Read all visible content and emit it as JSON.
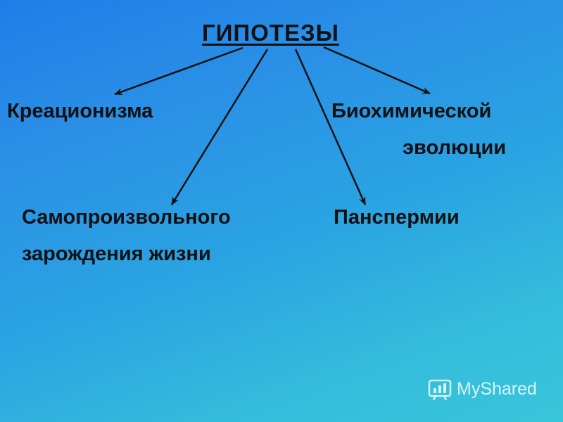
{
  "diagram": {
    "title": "ГИПОТЕЗЫ",
    "hypotheses": {
      "creationism": "Креационизма",
      "biochemical_line1": "Биохимической",
      "biochemical_line2": "эволюции",
      "spontaneous_line1": "Самопроизвольного",
      "spontaneous_line2": "зарождения жизни",
      "panspermia": "Панспермии"
    },
    "edges": [
      {
        "from": "ГИПОТЕЗЫ",
        "to": "Креационизма"
      },
      {
        "from": "ГИПОТЕЗЫ",
        "to": "Самопроизвольного зарождения жизни"
      },
      {
        "from": "ГИПОТЕЗЫ",
        "to": "Панспермии"
      },
      {
        "from": "ГИПОТЕЗЫ",
        "to": "Биохимической эволюции"
      }
    ]
  },
  "watermark": {
    "text": "MyShared",
    "icon": "myshared-logo-icon"
  },
  "colors": {
    "text": "#111111",
    "arrow": "#111111",
    "background_top": "#1e7ee8",
    "background_bottom": "#38c6da"
  }
}
